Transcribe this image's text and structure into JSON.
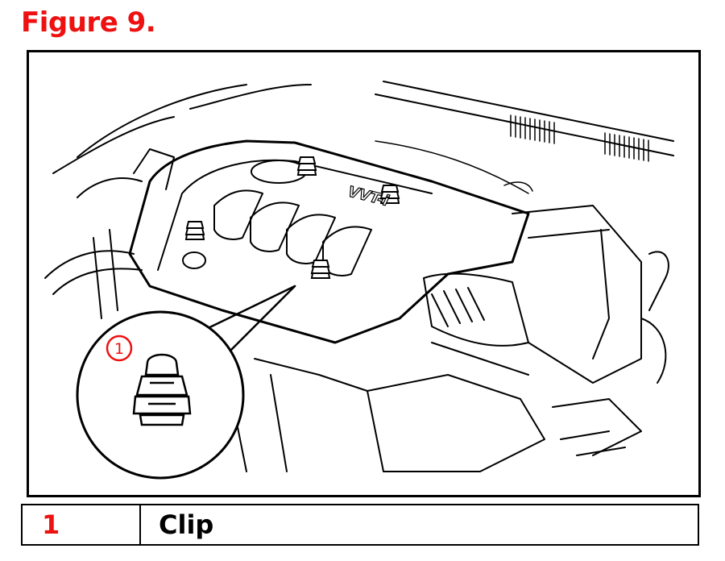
{
  "figure": {
    "title": "Figure 9."
  },
  "diagram": {
    "callout_number": "1",
    "cover_text": "VVT-i",
    "accent_color": "#ee1111",
    "line_color": "#000000"
  },
  "legend": {
    "rows": [
      {
        "number": "1",
        "description": "Clip"
      }
    ]
  }
}
